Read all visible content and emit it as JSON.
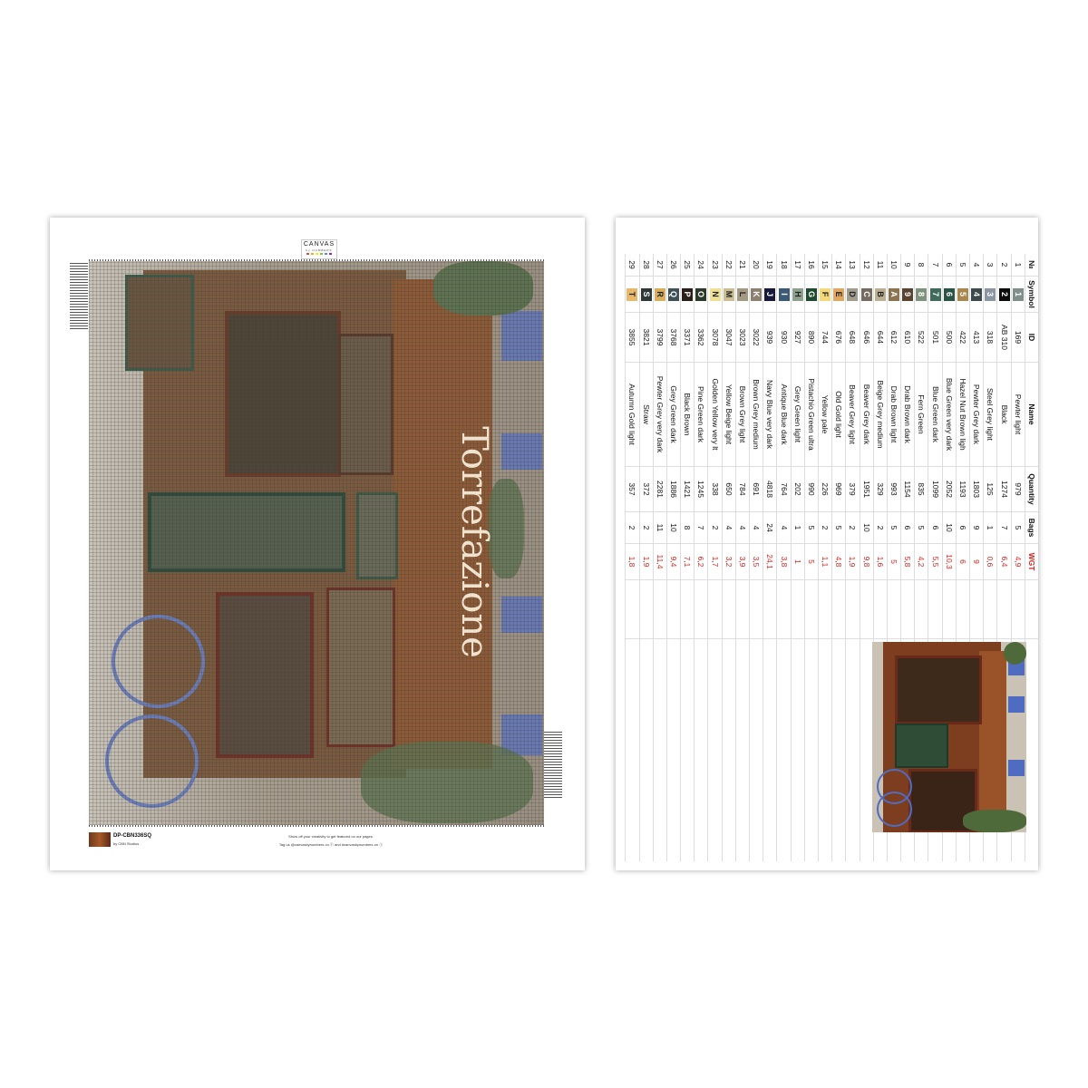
{
  "left_page": {
    "logo": {
      "title": "CANVAS",
      "subtitle": "by NUMBERS",
      "dot_colors": [
        "#e94b3c",
        "#f5a623",
        "#f8e71c",
        "#7ed321",
        "#4a90e2",
        "#bd10e0"
      ]
    },
    "artwork_sign": "Torrefazione",
    "footer": {
      "code": "DP-CBN336SQ",
      "studio": "by CBN Studios",
      "promo": "Show off your creativity to get featured on our pages.",
      "tag": "Tag us @canvasbynumbers on ⓕ and #canvasbynumbers on Ⓘ"
    }
  },
  "right_page": {
    "headers": {
      "no": "№",
      "symbol": "Symbol",
      "id": "ID",
      "name": "Name",
      "quantity": "Quantity",
      "bags": "Bags",
      "wgt": "WGT"
    },
    "rows": [
      {
        "no": "1",
        "symbol": "1",
        "color": "#7f8f8c",
        "id": "169",
        "name": "Pewter light",
        "quantity": "979",
        "bags": "5",
        "wgt": "4,9"
      },
      {
        "no": "2",
        "symbol": "2",
        "color": "#0c0c0c",
        "id": "AB 310",
        "name": "Black",
        "quantity": "1274",
        "bags": "7",
        "wgt": "6,4"
      },
      {
        "no": "3",
        "symbol": "3",
        "color": "#8a96a2",
        "id": "318",
        "name": "Steel Grey light",
        "quantity": "125",
        "bags": "1",
        "wgt": "0,6"
      },
      {
        "no": "4",
        "symbol": "4",
        "color": "#3d4a4c",
        "id": "413",
        "name": "Pewter Grey dark",
        "quantity": "1803",
        "bags": "9",
        "wgt": "9"
      },
      {
        "no": "5",
        "symbol": "5",
        "color": "#a8884e",
        "id": "422",
        "name": "Hazel Nut Brown ligh",
        "quantity": "1193",
        "bags": "6",
        "wgt": "6"
      },
      {
        "no": "6",
        "symbol": "6",
        "color": "#2c5347",
        "id": "500",
        "name": "Blue Green very dark",
        "quantity": "2052",
        "bags": "10",
        "wgt": "10,3"
      },
      {
        "no": "7",
        "symbol": "7",
        "color": "#3f6a5c",
        "id": "501",
        "name": "Blue Green dark",
        "quantity": "1099",
        "bags": "6",
        "wgt": "5,5"
      },
      {
        "no": "8",
        "symbol": "8",
        "color": "#7e927e",
        "id": "522",
        "name": "Fern Green",
        "quantity": "835",
        "bags": "5",
        "wgt": "4,2"
      },
      {
        "no": "9",
        "symbol": "9",
        "color": "#5a4430",
        "id": "610",
        "name": "Drab Brown dark",
        "quantity": "1154",
        "bags": "6",
        "wgt": "5,8"
      },
      {
        "no": "10",
        "symbol": "A",
        "color": "#8c7450",
        "id": "612",
        "name": "Drab Brown light",
        "quantity": "993",
        "bags": "5",
        "wgt": "5"
      },
      {
        "no": "11",
        "symbol": "B",
        "color": "#bcb092",
        "id": "644",
        "name": "Beige Grey medium",
        "quantity": "329",
        "bags": "2",
        "wgt": "1,6"
      },
      {
        "no": "12",
        "symbol": "C",
        "color": "#766b60",
        "id": "646",
        "name": "Beaver Grey dark",
        "quantity": "1951",
        "bags": "10",
        "wgt": "9,8"
      },
      {
        "no": "13",
        "symbol": "D",
        "color": "#a09c8e",
        "id": "648",
        "name": "Beaver Grey light",
        "quantity": "379",
        "bags": "2",
        "wgt": "1,9"
      },
      {
        "no": "14",
        "symbol": "E",
        "color": "#e2a760",
        "id": "676",
        "name": "Old Gold light",
        "quantity": "969",
        "bags": "5",
        "wgt": "4,8"
      },
      {
        "no": "15",
        "symbol": "F",
        "color": "#f4d87c",
        "id": "744",
        "name": "Yellow pale",
        "quantity": "226",
        "bags": "2",
        "wgt": "1,1"
      },
      {
        "no": "16",
        "symbol": "G",
        "color": "#1e4a30",
        "id": "890",
        "name": "Pistachio Green ultra",
        "quantity": "990",
        "bags": "5",
        "wgt": "5"
      },
      {
        "no": "17",
        "symbol": "H",
        "color": "#8ea08e",
        "id": "927",
        "name": "Grey Green light",
        "quantity": "202",
        "bags": "1",
        "wgt": "1"
      },
      {
        "no": "18",
        "symbol": "I",
        "color": "#3a5a78",
        "id": "930",
        "name": "Antique Blue dark",
        "quantity": "764",
        "bags": "4",
        "wgt": "3,8"
      },
      {
        "no": "19",
        "symbol": "J",
        "color": "#17183a",
        "id": "939",
        "name": "Navy Blue very dark",
        "quantity": "4818",
        "bags": "24",
        "wgt": "24,1"
      },
      {
        "no": "20",
        "symbol": "K",
        "color": "#8c8070",
        "id": "3022",
        "name": "Brown Grey medium",
        "quantity": "691",
        "bags": "4",
        "wgt": "3,5"
      },
      {
        "no": "21",
        "symbol": "L",
        "color": "#a49a84",
        "id": "3023",
        "name": "Brown Grey light",
        "quantity": "784",
        "bags": "4",
        "wgt": "3,9"
      },
      {
        "no": "22",
        "symbol": "M",
        "color": "#cdbd92",
        "id": "3047",
        "name": "Yellow Beige light",
        "quantity": "650",
        "bags": "4",
        "wgt": "3,2"
      },
      {
        "no": "23",
        "symbol": "N",
        "color": "#f0e094",
        "id": "3078",
        "name": "Golden Yellow very lt",
        "quantity": "338",
        "bags": "2",
        "wgt": "1,7"
      },
      {
        "no": "24",
        "symbol": "O",
        "color": "#2b3b2a",
        "id": "3362",
        "name": "Pine Green dark",
        "quantity": "1245",
        "bags": "7",
        "wgt": "6,2"
      },
      {
        "no": "25",
        "symbol": "P",
        "color": "#2a1e18",
        "id": "3371",
        "name": "Black Brown",
        "quantity": "1421",
        "bags": "8",
        "wgt": "7,1"
      },
      {
        "no": "26",
        "symbol": "Q",
        "color": "#3e5058",
        "id": "3768",
        "name": "Grey Green dark",
        "quantity": "1886",
        "bags": "10",
        "wgt": "9,4"
      },
      {
        "no": "27",
        "symbol": "R",
        "color": "#d9af5e",
        "id": "3799",
        "name": "Pewter Grey very dark",
        "quantity": "2281",
        "bags": "11",
        "wgt": "11,4"
      },
      {
        "no": "28",
        "symbol": "S",
        "color": "#2e3838",
        "id": "3821",
        "name": "Straw",
        "quantity": "372",
        "bags": "2",
        "wgt": "1,9"
      },
      {
        "no": "29",
        "symbol": "T",
        "color": "#e9b96b",
        "id": "3855",
        "name": "Autumn Gold light",
        "quantity": "357",
        "bags": "2",
        "wgt": "1,8"
      }
    ],
    "wgt_color": "#e0201c"
  }
}
